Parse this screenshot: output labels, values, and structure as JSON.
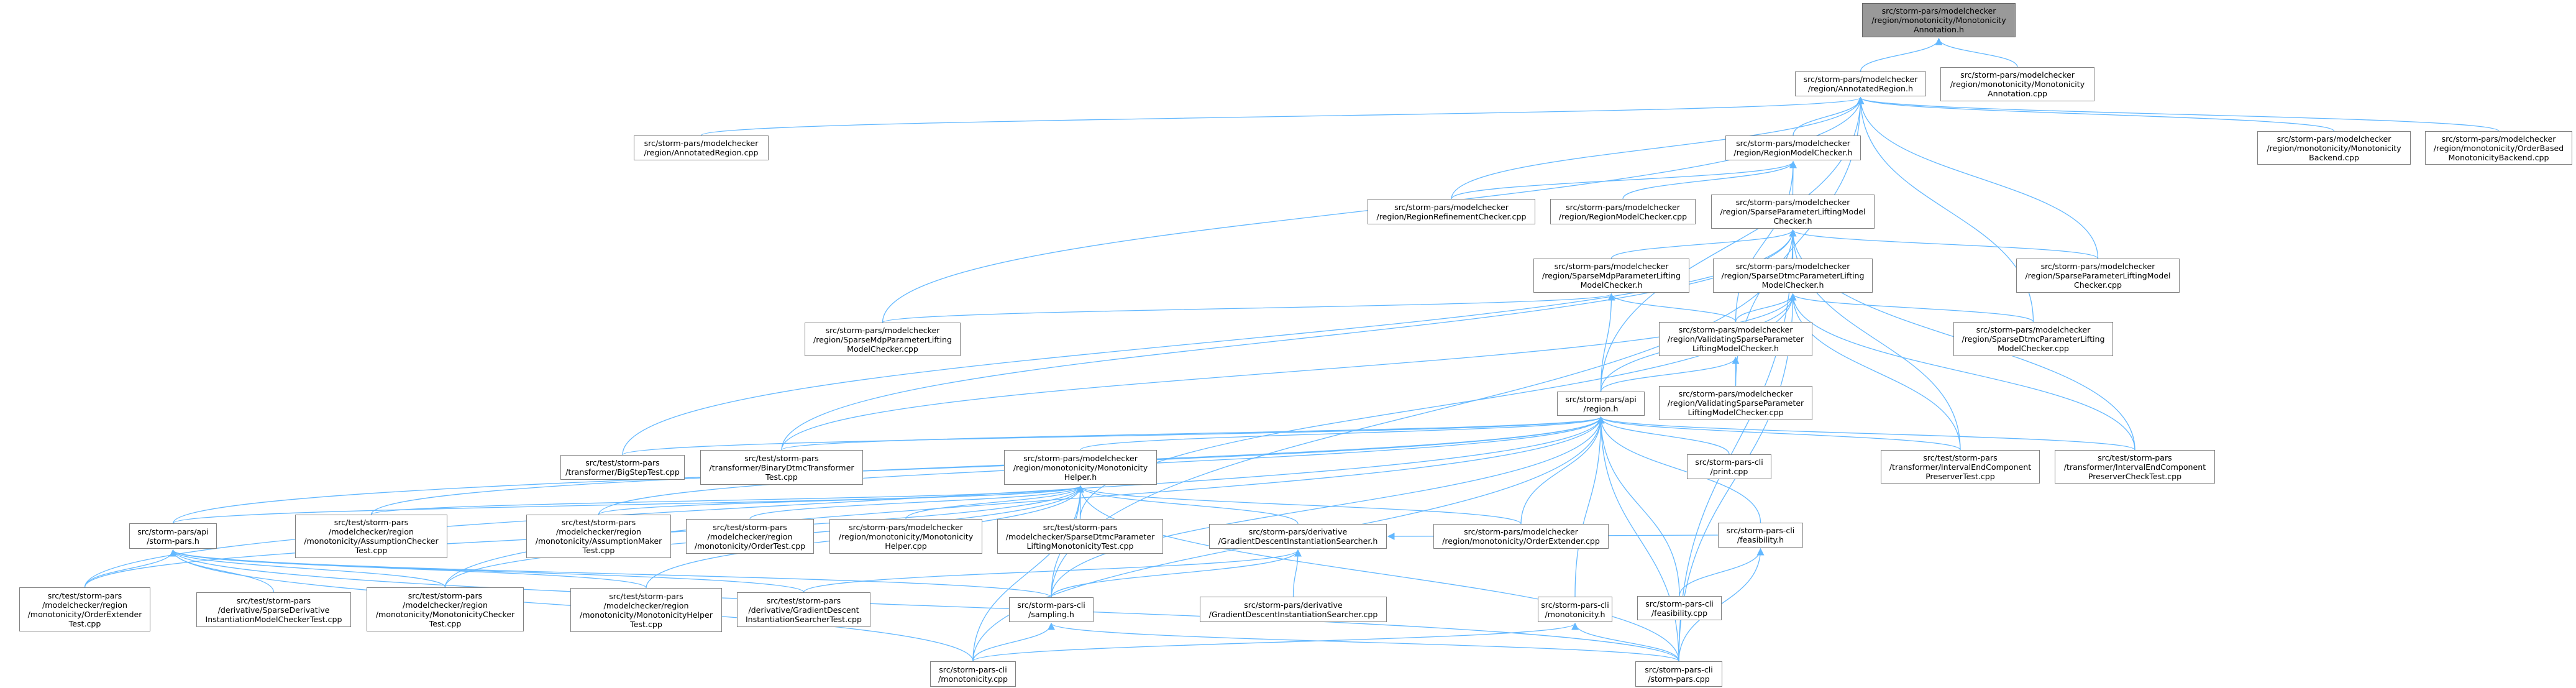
{
  "colors": {
    "edge": "#63b8ff",
    "node_border": "#808080",
    "root_fill": "#999999"
  },
  "nodes": [
    {
      "id": "root",
      "lines": [
        "src/storm-pars/modelchecker",
        "/region/monotonicity/Monotonicity",
        "Annotation.h"
      ],
      "root": true
    },
    {
      "id": "ar",
      "lines": [
        "src/storm-pars/modelchecker",
        "/region/AnnotatedRegion.h"
      ]
    },
    {
      "id": "mac",
      "lines": [
        "src/storm-pars/modelchecker",
        "/region/monotonicity/Monotonicity",
        "Annotation.cpp"
      ]
    },
    {
      "id": "arcpp",
      "lines": [
        "src/storm-pars/modelchecker",
        "/region/AnnotatedRegion.cpp"
      ]
    },
    {
      "id": "rmc",
      "lines": [
        "src/storm-pars/modelchecker",
        "/region/RegionModelChecker.h"
      ]
    },
    {
      "id": "mb",
      "lines": [
        "src/storm-pars/modelchecker",
        "/region/monotonicity/Monotonicity",
        "Backend.cpp"
      ]
    },
    {
      "id": "obmb",
      "lines": [
        "src/storm-pars/modelchecker",
        "/region/monotonicity/OrderBased",
        "MonotonicityBackend.cpp"
      ]
    },
    {
      "id": "rrc",
      "lines": [
        "src/storm-pars/modelchecker",
        "/region/RegionRefinementChecker.cpp"
      ]
    },
    {
      "id": "rmccpp",
      "lines": [
        "src/storm-pars/modelchecker",
        "/region/RegionModelChecker.cpp"
      ]
    },
    {
      "id": "splmc",
      "lines": [
        "src/storm-pars/modelchecker",
        "/region/SparseParameterLiftingModel",
        "Checker.h"
      ]
    },
    {
      "id": "smdph",
      "lines": [
        "src/storm-pars/modelchecker",
        "/region/SparseMdpParameterLifting",
        "ModelChecker.h"
      ]
    },
    {
      "id": "sdtmch",
      "lines": [
        "src/storm-pars/modelchecker",
        "/region/SparseDtmcParameterLifting",
        "ModelChecker.h"
      ]
    },
    {
      "id": "splmccpp",
      "lines": [
        "src/storm-pars/modelchecker",
        "/region/SparseParameterLiftingModel",
        "Checker.cpp"
      ]
    },
    {
      "id": "smdpcpp",
      "lines": [
        "src/storm-pars/modelchecker",
        "/region/SparseMdpParameterLifting",
        "ModelChecker.cpp"
      ]
    },
    {
      "id": "vsh",
      "lines": [
        "src/storm-pars/modelchecker",
        "/region/ValidatingSparseParameter",
        "LiftingModelChecker.h"
      ]
    },
    {
      "id": "sdtmccpp",
      "lines": [
        "src/storm-pars/modelchecker",
        "/region/SparseDtmcParameterLifting",
        "ModelChecker.cpp"
      ]
    },
    {
      "id": "vscpp",
      "lines": [
        "src/storm-pars/modelchecker",
        "/region/ValidatingSparseParameter",
        "LiftingModelChecker.cpp"
      ]
    },
    {
      "id": "regionh",
      "lines": [
        "src/storm-pars/api",
        "/region.h"
      ]
    },
    {
      "id": "bigstep",
      "lines": [
        "src/test/storm-pars",
        "/transformer/BigStepTest.cpp"
      ]
    },
    {
      "id": "binary",
      "lines": [
        "src/test/storm-pars",
        "/transformer/BinaryDtmcTransformer",
        "Test.cpp"
      ]
    },
    {
      "id": "mhh",
      "lines": [
        "src/storm-pars/modelchecker",
        "/region/monotonicity/Monotonicity",
        "Helper.h"
      ]
    },
    {
      "id": "print",
      "lines": [
        "src/storm-pars-cli",
        "/print.cpp"
      ]
    },
    {
      "id": "iecp",
      "lines": [
        "src/test/storm-pars",
        "/transformer/IntervalEndComponent",
        "PreserverTest.cpp"
      ]
    },
    {
      "id": "iecpc",
      "lines": [
        "src/test/storm-pars",
        "/transformer/IntervalEndComponent",
        "PreserverCheckTest.cpp"
      ]
    },
    {
      "id": "stormparsh",
      "lines": [
        "src/storm-pars/api",
        "/storm-pars.h"
      ]
    },
    {
      "id": "assumpc",
      "lines": [
        "src/test/storm-pars",
        "/modelchecker/region",
        "/monotonicity/AssumptionChecker",
        "Test.cpp"
      ]
    },
    {
      "id": "assumpm",
      "lines": [
        "src/test/storm-pars",
        "/modelchecker/region",
        "/monotonicity/AssumptionMaker",
        "Test.cpp"
      ]
    },
    {
      "id": "ordertest",
      "lines": [
        "src/test/storm-pars",
        "/modelchecker/region",
        "/monotonicity/OrderTest.cpp"
      ]
    },
    {
      "id": "mhcpp",
      "lines": [
        "src/storm-pars/modelchecker",
        "/region/monotonicity/Monotonicity",
        "Helper.cpp"
      ]
    },
    {
      "id": "sdtmcmono",
      "lines": [
        "src/test/storm-pars",
        "/modelchecker/SparseDtmcParameter",
        "LiftingMonotonicityTest.cpp"
      ]
    },
    {
      "id": "gdh",
      "lines": [
        "src/storm-pars/derivative",
        "/GradientDescentInstantiationSearcher.h"
      ]
    },
    {
      "id": "oecpp",
      "lines": [
        "src/storm-pars/modelchecker",
        "/region/monotonicity/OrderExtender.cpp"
      ]
    },
    {
      "id": "feash",
      "lines": [
        "src/storm-pars-cli",
        "/feasibility.h"
      ]
    },
    {
      "id": "oetest",
      "lines": [
        "src/test/storm-pars",
        "/modelchecker/region",
        "/monotonicity/OrderExtender",
        "Test.cpp"
      ]
    },
    {
      "id": "sdertest",
      "lines": [
        "src/test/storm-pars",
        "/derivative/SparseDerivative",
        "InstantiationModelCheckerTest.cpp"
      ]
    },
    {
      "id": "mctest",
      "lines": [
        "src/test/storm-pars",
        "/modelchecker/region",
        "/monotonicity/MonotonicityChecker",
        "Test.cpp"
      ]
    },
    {
      "id": "mhtest",
      "lines": [
        "src/test/storm-pars",
        "/modelchecker/region",
        "/monotonicity/MonotonicityHelper",
        "Test.cpp"
      ]
    },
    {
      "id": "gdtest",
      "lines": [
        "src/test/storm-pars",
        "/derivative/GradientDescent",
        "InstantiationSearcherTest.cpp"
      ]
    },
    {
      "id": "sampling",
      "lines": [
        "src/storm-pars-cli",
        "/sampling.h"
      ]
    },
    {
      "id": "gdcpp",
      "lines": [
        "src/storm-pars/derivative",
        "/GradientDescentInstantiationSearcher.cpp"
      ]
    },
    {
      "id": "monoh",
      "lines": [
        "src/storm-pars-cli",
        "/monotonicity.h"
      ]
    },
    {
      "id": "feascpp",
      "lines": [
        "src/storm-pars-cli",
        "/feasibility.cpp"
      ]
    },
    {
      "id": "monocpp",
      "lines": [
        "src/storm-pars-cli",
        "/monotonicity.cpp"
      ]
    },
    {
      "id": "stormcpp",
      "lines": [
        "src/storm-pars-cli",
        "/storm-pars.cpp"
      ]
    }
  ],
  "edges": [
    [
      "ar",
      "root"
    ],
    [
      "mac",
      "root"
    ],
    [
      "arcpp",
      "ar"
    ],
    [
      "rmc",
      "ar"
    ],
    [
      "rrc",
      "ar"
    ],
    [
      "smdpcpp",
      "ar"
    ],
    [
      "regionh",
      "ar"
    ],
    [
      "splmccpp",
      "ar"
    ],
    [
      "mb",
      "ar"
    ],
    [
      "obmb",
      "ar"
    ],
    [
      "sdtmccpp",
      "ar"
    ],
    [
      "vscpp",
      "ar"
    ],
    [
      "rrc",
      "rmc"
    ],
    [
      "rmccpp",
      "rmc"
    ],
    [
      "splmc",
      "rmc"
    ],
    [
      "vsh",
      "rmc"
    ],
    [
      "smdph",
      "splmc"
    ],
    [
      "sdtmch",
      "splmc"
    ],
    [
      "splmccpp",
      "splmc"
    ],
    [
      "bigstep",
      "splmc"
    ],
    [
      "binary",
      "splmc"
    ],
    [
      "iecp",
      "splmc"
    ],
    [
      "iecpc",
      "splmc"
    ],
    [
      "stormcpp",
      "splmc"
    ],
    [
      "sampling",
      "splmc"
    ],
    [
      "regionh",
      "smdph"
    ],
    [
      "vsh",
      "smdph"
    ],
    [
      "smdpcpp",
      "smdph"
    ],
    [
      "regionh",
      "sdtmch"
    ],
    [
      "vsh",
      "sdtmch"
    ],
    [
      "sdtmccpp",
      "sdtmch"
    ],
    [
      "iecp",
      "sdtmch"
    ],
    [
      "iecpc",
      "sdtmch"
    ],
    [
      "binary",
      "sdtmch"
    ],
    [
      "sdtmcmono",
      "sdtmch"
    ],
    [
      "stormcpp",
      "sdtmch"
    ],
    [
      "regionh",
      "vsh"
    ],
    [
      "vscpp",
      "vsh"
    ],
    [
      "stormparsh",
      "regionh"
    ],
    [
      "bigstep",
      "regionh"
    ],
    [
      "binary",
      "regionh"
    ],
    [
      "mhh",
      "regionh"
    ],
    [
      "print",
      "regionh"
    ],
    [
      "iecp",
      "regionh"
    ],
    [
      "iecpc",
      "regionh"
    ],
    [
      "oecpp",
      "regionh"
    ],
    [
      "feash",
      "regionh"
    ],
    [
      "monoh",
      "regionh"
    ],
    [
      "stormcpp",
      "regionh"
    ],
    [
      "sampling",
      "regionh"
    ],
    [
      "assumpc",
      "regionh"
    ],
    [
      "assumpm",
      "regionh"
    ],
    [
      "oetest",
      "regionh"
    ],
    [
      "mctest",
      "regionh"
    ],
    [
      "monocpp",
      "regionh"
    ],
    [
      "feascpp",
      "regionh"
    ],
    [
      "stormparsh",
      "mhh"
    ],
    [
      "assumpc",
      "mhh"
    ],
    [
      "assumpm",
      "mhh"
    ],
    [
      "ordertest",
      "mhh"
    ],
    [
      "mhcpp",
      "mhh"
    ],
    [
      "sdtmcmono",
      "mhh"
    ],
    [
      "gdh",
      "mhh"
    ],
    [
      "oecpp",
      "mhh"
    ],
    [
      "sampling",
      "mhh"
    ],
    [
      "mhtest",
      "mhh"
    ],
    [
      "mctest",
      "mhh"
    ],
    [
      "monocpp",
      "mhh"
    ],
    [
      "stormcpp",
      "mhh"
    ],
    [
      "oetest",
      "mhh"
    ],
    [
      "oetest",
      "stormparsh"
    ],
    [
      "sdertest",
      "stormparsh"
    ],
    [
      "mctest",
      "stormparsh"
    ],
    [
      "mhtest",
      "stormparsh"
    ],
    [
      "gdtest",
      "stormparsh"
    ],
    [
      "monocpp",
      "stormparsh"
    ],
    [
      "stormcpp",
      "stormparsh"
    ],
    [
      "sampling",
      "stormparsh"
    ],
    [
      "gdcpp",
      "gdh"
    ],
    [
      "gdtest",
      "gdh"
    ],
    [
      "sampling",
      "gdh"
    ],
    [
      "feash",
      "gdh"
    ],
    [
      "monocpp",
      "sampling"
    ],
    [
      "stormcpp",
      "sampling"
    ],
    [
      "monocpp",
      "monoh"
    ],
    [
      "stormcpp",
      "monoh"
    ],
    [
      "feascpp",
      "feash"
    ],
    [
      "stormcpp",
      "feash"
    ]
  ]
}
